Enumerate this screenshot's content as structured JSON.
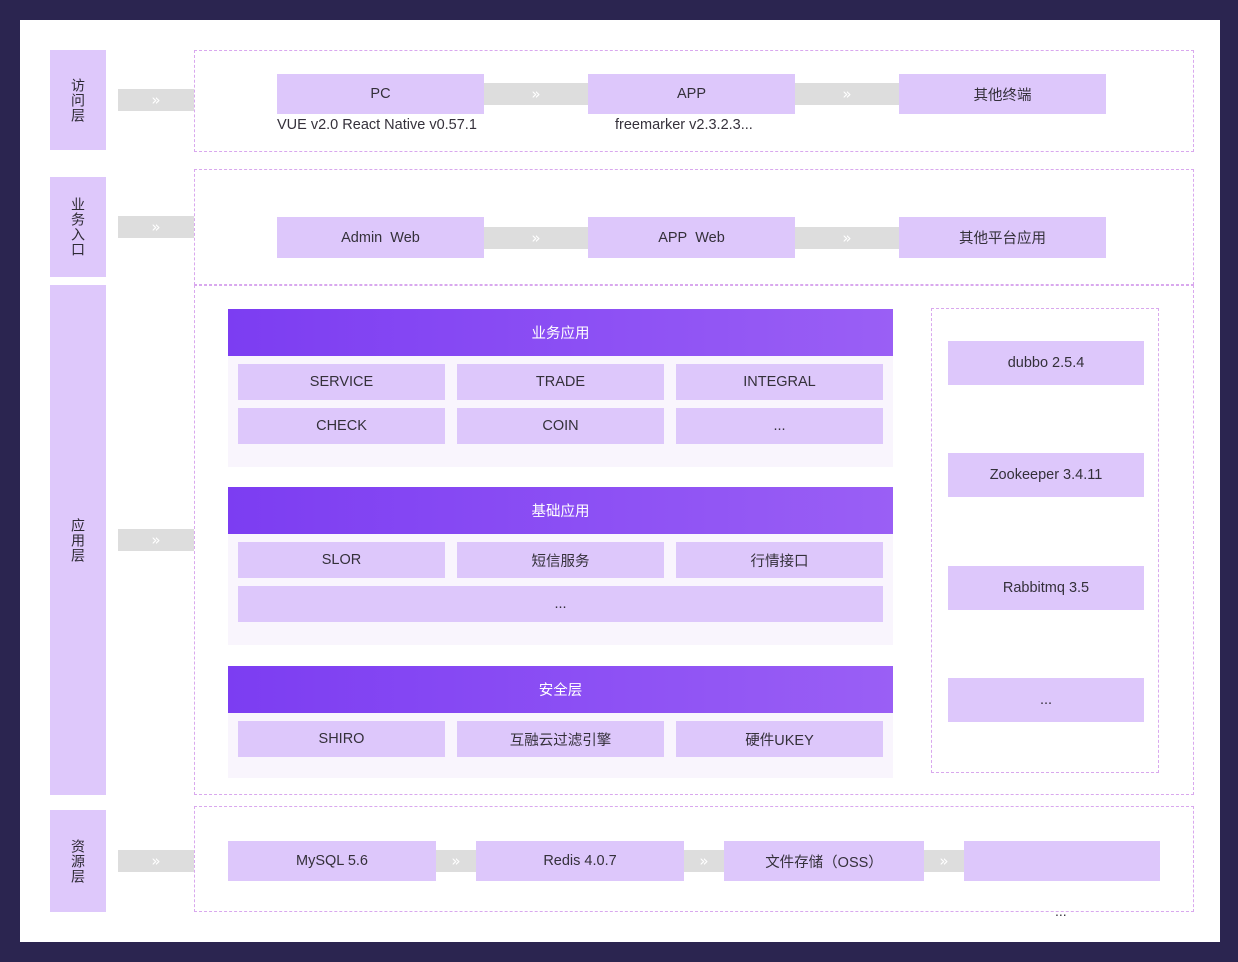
{
  "palette": {
    "page_background": "#2b2550",
    "canvas": "#ffffff",
    "label_chip": "#dec8fb",
    "chip": "#ddc7fb",
    "panel_bg": "#f9f5fd",
    "header_gradient_from": "#7c3df2",
    "header_gradient_to": "#9a5ff5",
    "connector": "#dddddd",
    "dashed_border": "#d9a8ee",
    "text": "#34303a"
  },
  "icons": {
    "connector_chevron": "»"
  },
  "layers": [
    {
      "id": "access",
      "label": "访问层",
      "items": [
        {
          "label": "PC",
          "caption": "VUE v2.0 React Native v0.57.1"
        },
        {
          "label": "APP",
          "caption": "freemarker v2.3.2.3..."
        },
        {
          "label": "其他终端",
          "caption": ""
        }
      ]
    },
    {
      "id": "business-entry",
      "label": "业务入口",
      "items": [
        {
          "label": "Admin  Web",
          "caption": ""
        },
        {
          "label": "APP  Web",
          "caption": ""
        },
        {
          "label": "其他平台应用",
          "caption": ""
        }
      ]
    },
    {
      "id": "application",
      "label": "应用层",
      "panels": [
        {
          "title": "业务应用",
          "rows": [
            [
              "SERVICE",
              "TRADE",
              "INTEGRAL"
            ],
            [
              "CHECK",
              "COIN",
              "..."
            ]
          ]
        },
        {
          "title": "基础应用",
          "rows": [
            [
              "SLOR",
              "短信服务",
              "行情接口"
            ],
            [
              "..."
            ]
          ]
        },
        {
          "title": "安全层",
          "rows": [
            [
              "SHIRO",
              "互融云过滤引擎",
              "硬件UKEY"
            ]
          ]
        }
      ],
      "middleware": [
        "dubbo 2.5.4",
        "Zookeeper 3.4.11",
        "Rabbitmq 3.5",
        "..."
      ]
    },
    {
      "id": "resource",
      "label": "资源层",
      "items": [
        {
          "label": "MySQL 5.6"
        },
        {
          "label": "Redis 4.0.7"
        },
        {
          "label": "文件存储（OSS）"
        },
        {
          "label": ""
        }
      ],
      "trailing_ellipsis": "..."
    }
  ]
}
